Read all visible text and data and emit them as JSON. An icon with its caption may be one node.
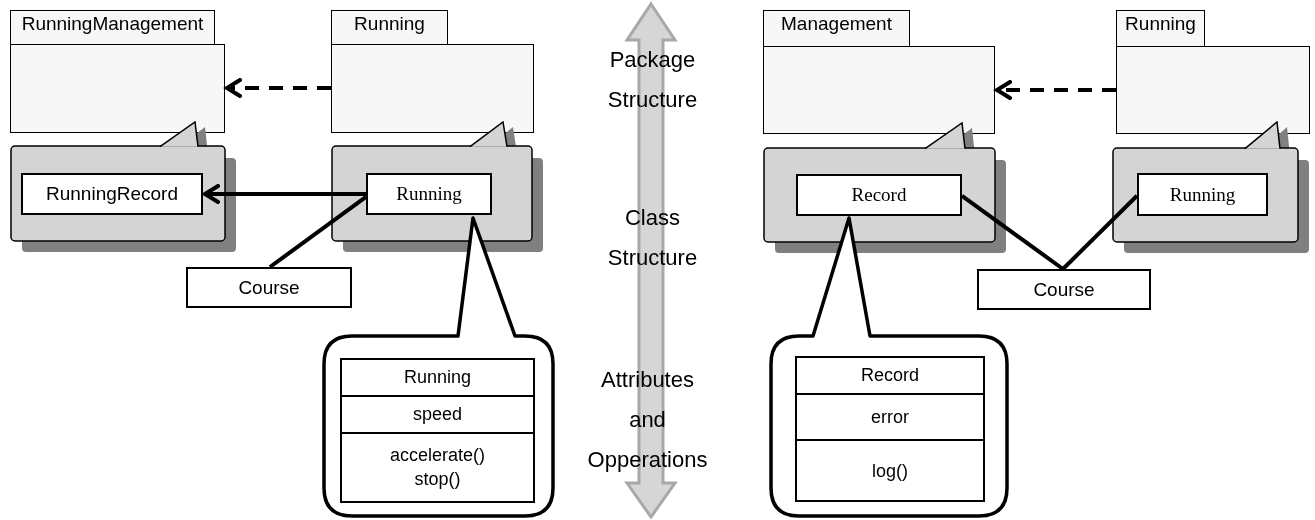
{
  "diagram": {
    "nodes": [
      {
        "text": [
          "RunningManagement"
        ]
      },
      {
        "text": [
          "Running"
        ]
      },
      {
        "text": [],
        "shape": "box"
      },
      {
        "text": [
          "RunningRecord"
        ],
        "in": 2
      },
      {
        "text": [],
        "shape": "box"
      },
      {
        "text": [
          "Running"
        ],
        "in": 4
      },
      {
        "text": [
          "Course"
        ]
      },
      {
        "text": [],
        "shape": "callout"
      },
      {
        "text": [
          "Running",
          "speed",
          "accelerate()",
          "stop()"
        ],
        "in": 7
      },
      {
        "text": [
          "Management"
        ]
      },
      {
        "text": [
          "Running"
        ]
      },
      {
        "text": [],
        "shape": "box"
      },
      {
        "text": [
          "Record"
        ],
        "in": 11
      },
      {
        "text": [],
        "shape": "box"
      },
      {
        "text": [
          "Running"
        ],
        "in": 13
      },
      {
        "text": [
          "Course"
        ]
      },
      {
        "text": [],
        "shape": "callout"
      },
      {
        "text": [
          "Record",
          "error",
          "log()"
        ],
        "in": 16
      }
    ],
    "edges": [
      {
        "from": 1,
        "to": 0,
        "arrow": "to",
        "style": "dashed"
      },
      {
        "from": 5,
        "to": 3,
        "arrow": "to"
      },
      {
        "from": 5,
        "to": 6,
        "arrow": "none"
      },
      {
        "from": 10,
        "to": 9,
        "arrow": "to",
        "style": "dashed"
      },
      {
        "from": 12,
        "to": 15,
        "arrow": "none"
      },
      {
        "from": 14,
        "to": 15,
        "arrow": "none"
      }
    ],
    "labels": [
      "Package Structure",
      "Class Structure",
      "Attributes and Opperations"
    ]
  }
}
